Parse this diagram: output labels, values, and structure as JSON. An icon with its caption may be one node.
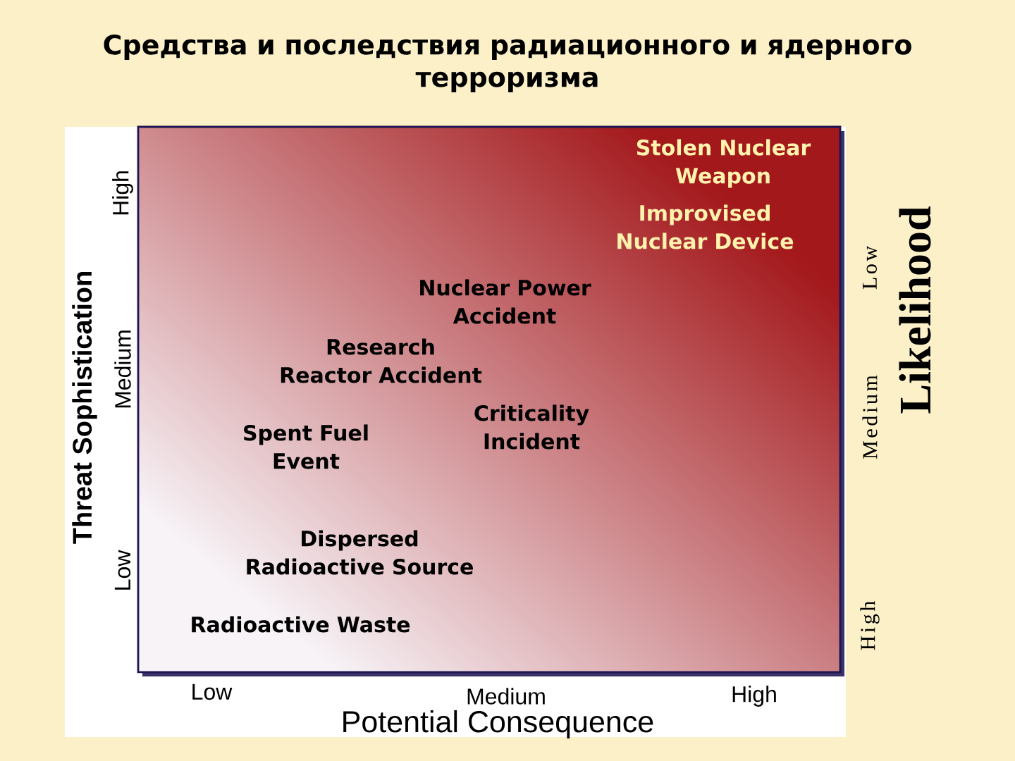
{
  "diagram": {
    "title": "Средства и последствия радиационного и ядерного терроризма",
    "nodes": [
      {
        "text": [
          "Stolen Nuclear Weapon",
          "Improvised Nuclear Device",
          "Nuclear Power Accident",
          "Research Reactor Accident",
          "Criticality Incident",
          "Spent Fuel Event",
          "Dispersed Radioactive Source",
          "Radioactive Waste"
        ]
      }
    ],
    "labels": [
      "Threat Sophistication",
      "High",
      "Medium",
      "Low",
      "Likelihood",
      "Low",
      "Medium",
      "High",
      "Low",
      "Medium",
      "High",
      "Potential Consequence"
    ]
  }
}
